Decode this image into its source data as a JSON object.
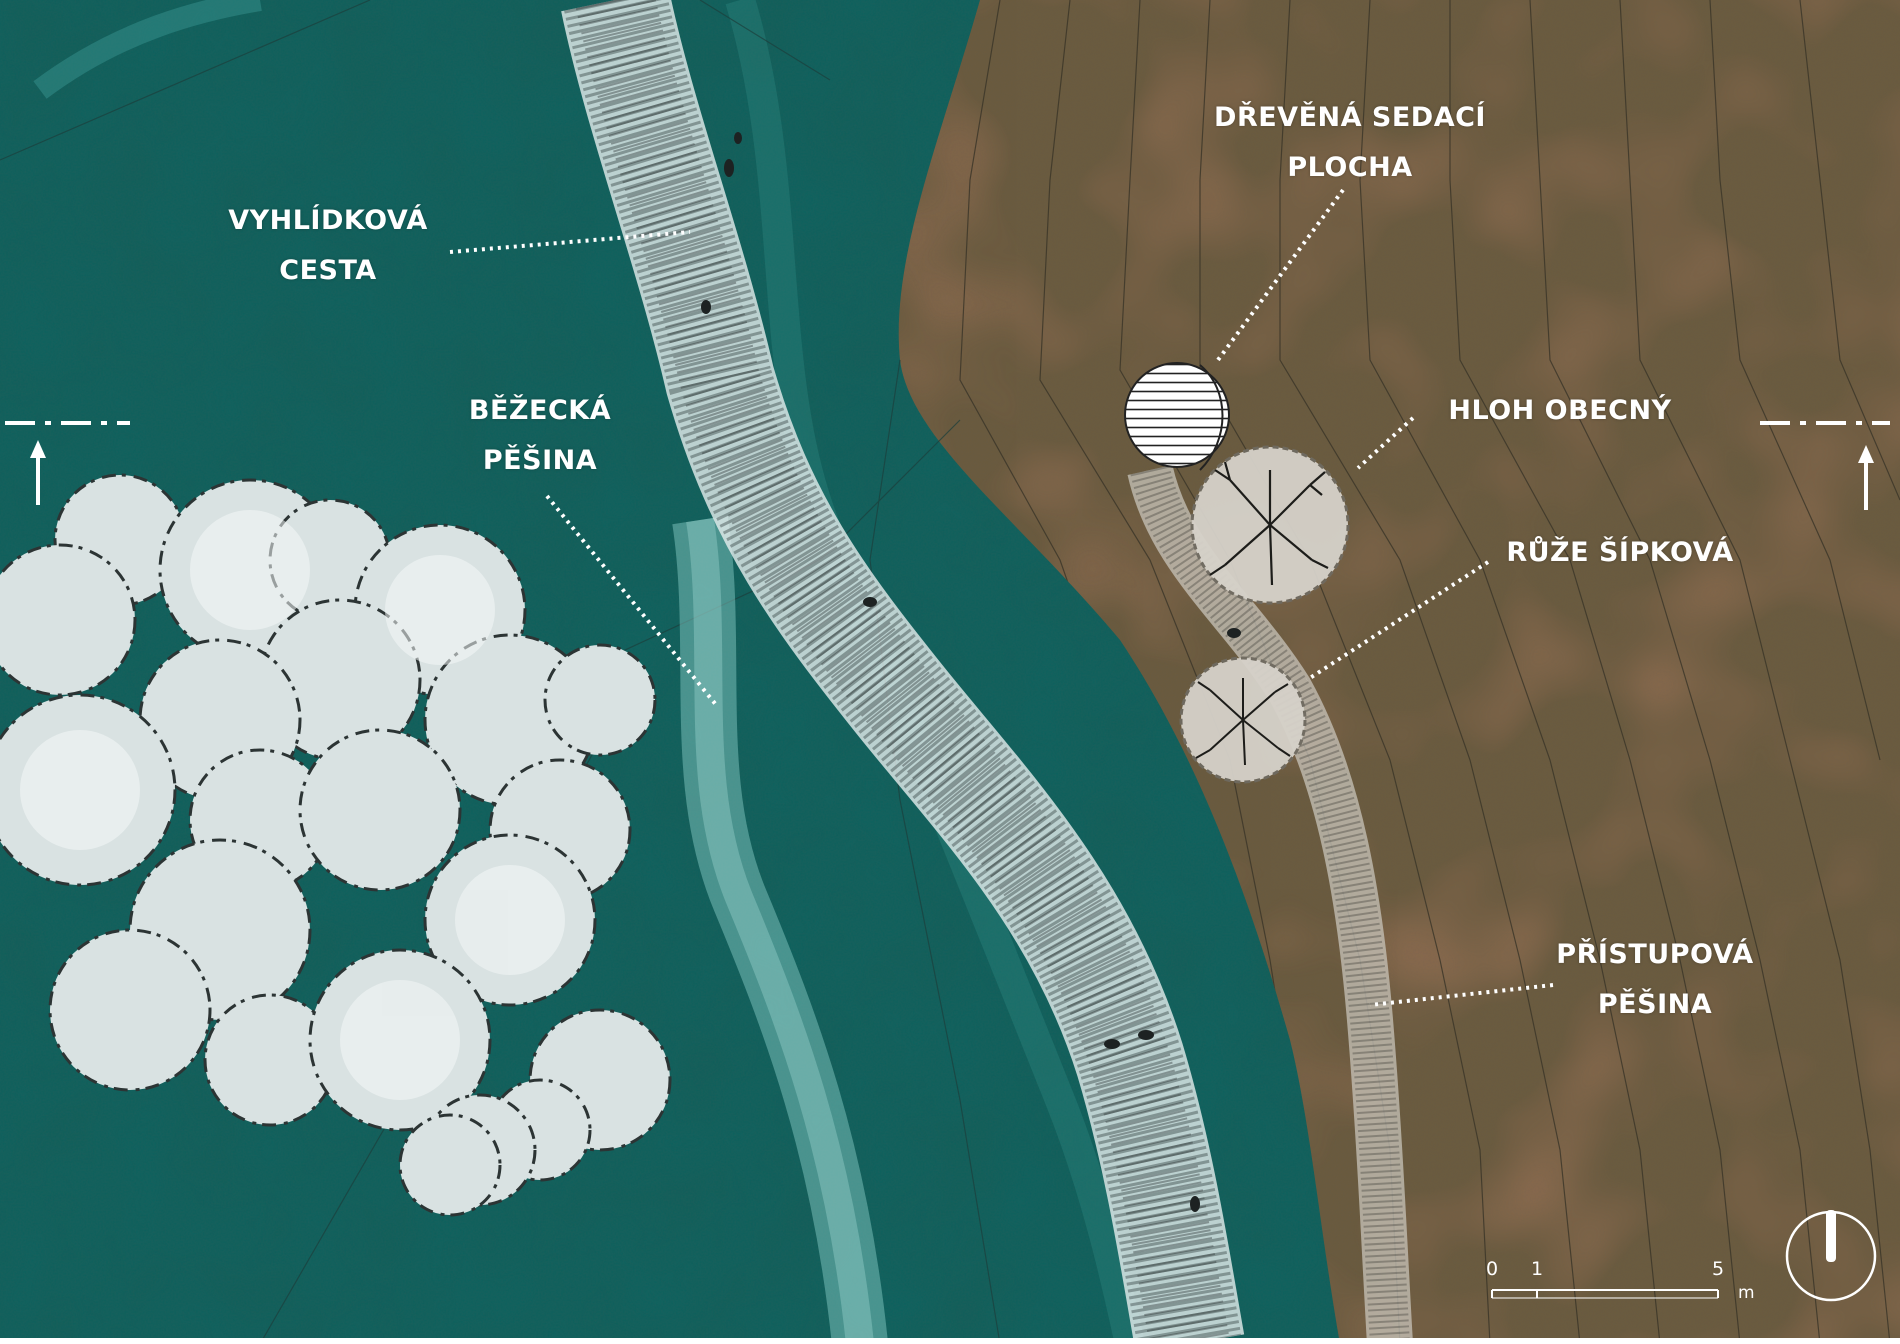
{
  "labels": {
    "vyhlidkova_cesta": [
      "VYHLÍDKOVÁ",
      "CESTA"
    ],
    "bezecka_pesina": [
      "BĚŽECKÁ",
      "PĚŠINA"
    ],
    "drevena_sedaci_plocha": [
      "DŘEVĚNÁ SEDACÍ",
      "PLOCHA"
    ],
    "hloh_obecny": [
      "HLOH OBECNÝ"
    ],
    "ruze_sipkova": [
      "RŮŽE ŠÍPKOVÁ"
    ],
    "pristupova_pesina": [
      "PŘÍSTUPOVÁ",
      "PĚŠINA"
    ]
  },
  "scale_bar": {
    "ticks": [
      "0",
      "1",
      "5"
    ],
    "unit": "m"
  },
  "icons": {
    "section_arrow": "arrow-up-icon",
    "north": "north-arrow-icon"
  },
  "colors": {
    "meadow": "#0f5f5a",
    "field": "#6b5b3e",
    "path": "#d6e2e0",
    "label": "#ffffff"
  }
}
